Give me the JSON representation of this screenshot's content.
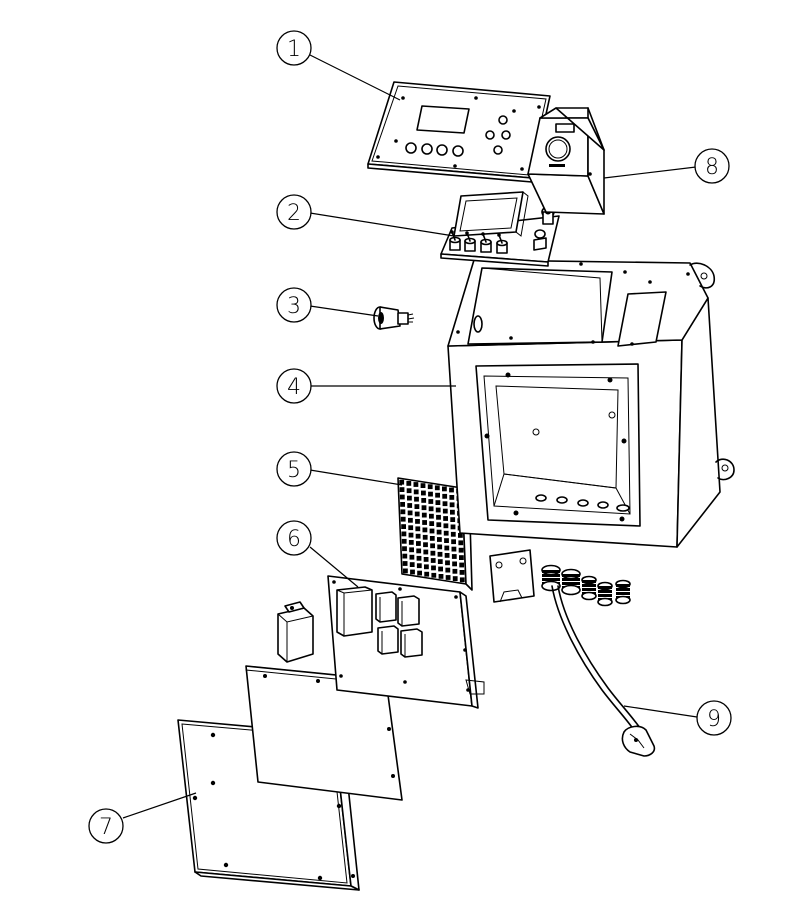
{
  "callouts": [
    {
      "id": "1",
      "label": "1"
    },
    {
      "id": "2",
      "label": "2"
    },
    {
      "id": "3",
      "label": "3"
    },
    {
      "id": "4",
      "label": "4"
    },
    {
      "id": "5",
      "label": "5"
    },
    {
      "id": "6",
      "label": "6"
    },
    {
      "id": "7",
      "label": "7"
    },
    {
      "id": "8",
      "label": "8"
    },
    {
      "id": "9",
      "label": "9"
    }
  ],
  "parts": [
    {
      "callout": "1",
      "name": "front-panel-plate-icon"
    },
    {
      "callout": "2",
      "name": "display-switch-board-icon"
    },
    {
      "callout": "3",
      "name": "indicator-lamp-icon"
    },
    {
      "callout": "4",
      "name": "enclosure-box-icon"
    },
    {
      "callout": "5",
      "name": "perforated-heatsink-icon"
    },
    {
      "callout": "6",
      "name": "circuit-board-icon"
    },
    {
      "callout": "7",
      "name": "back-cover-plate-icon"
    },
    {
      "callout": "8",
      "name": "printer-module-icon"
    },
    {
      "callout": "9",
      "name": "cable-with-plug-icon"
    }
  ],
  "colors": {
    "line": "#000000",
    "background": "#ffffff"
  }
}
